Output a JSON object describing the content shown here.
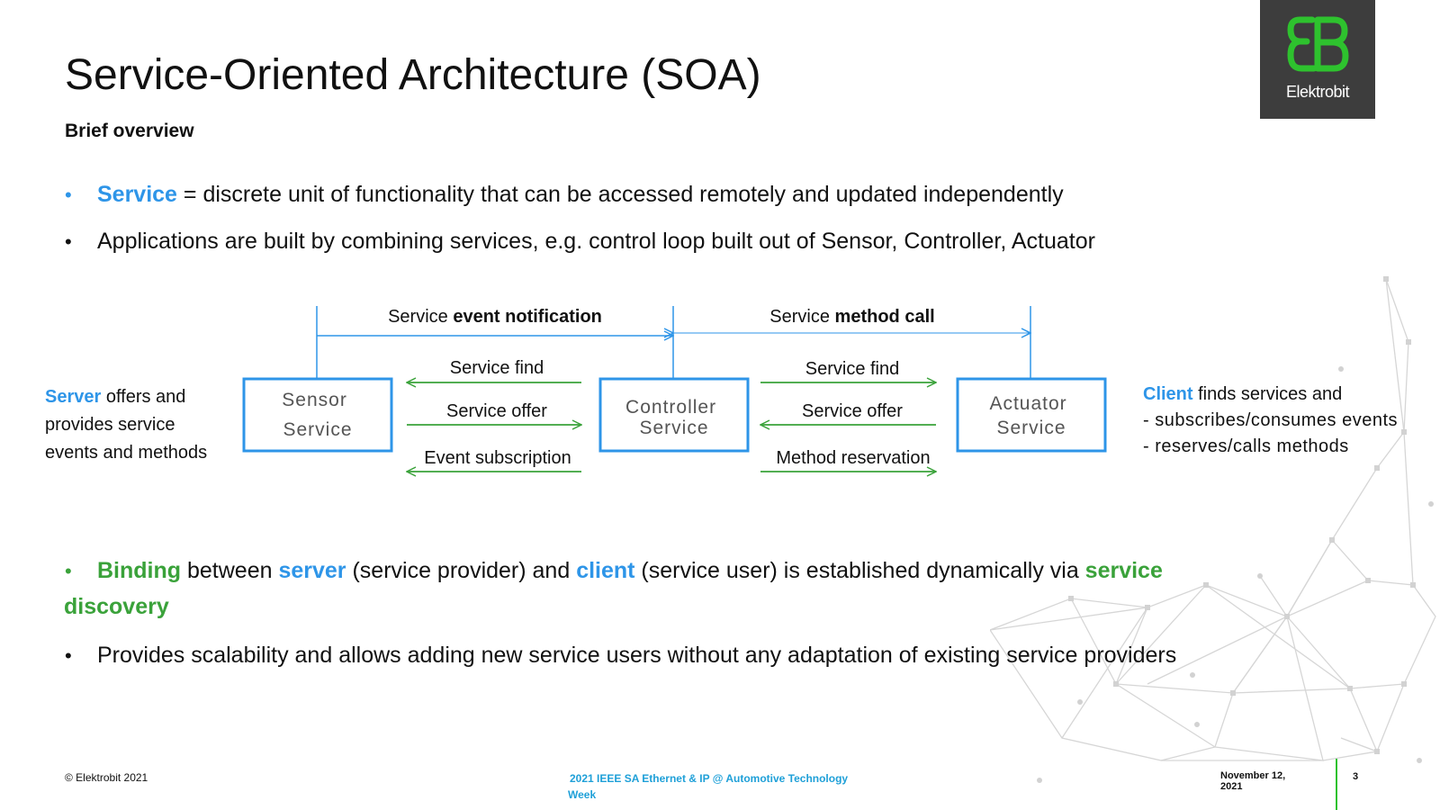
{
  "title": "Service-Oriented Architecture (SOA)",
  "subtitle": "Brief overview",
  "colors": {
    "accent_blue": "#2e95e8",
    "accent_green": "#3aa23a",
    "logo_bg": "#3d3d3d",
    "logo_green": "#2ec22e"
  },
  "bullets_top": [
    {
      "highlight": "Service",
      "text": " = discrete unit of functionality that can be accessed remotely and updated independently"
    },
    {
      "text": "Applications are built by combining services, e.g. control loop built out of Sensor, Controller, Actuator"
    }
  ],
  "diagram": {
    "event_notification": {
      "prefix": "Service ",
      "bold": "event notification"
    },
    "method_call": {
      "prefix": "Service ",
      "bold": "method call"
    },
    "boxes": {
      "sensor": [
        "Sensor",
        "Service"
      ],
      "controller": [
        "Controller",
        "Service"
      ],
      "actuator": [
        "Actuator",
        "Service"
      ]
    },
    "left_arrows": [
      "Service find",
      "Service offer",
      "Event subscription"
    ],
    "right_arrows": [
      "Service find",
      "Service offer",
      "Method reservation"
    ],
    "server_note": {
      "highlight": "Server",
      "line1_rest": " offers and",
      "line2": "provides service",
      "line3": "events and methods"
    },
    "client_note": {
      "highlight": "Client",
      "line1_rest": " finds services and",
      "line2": "- subscribes/consumes events",
      "line3": "- reserves/calls methods"
    }
  },
  "bullets_bottom": {
    "b1": {
      "w1": "Binding",
      "t1": " between ",
      "w2": "server",
      "t2": " (service provider) and ",
      "w3": "client",
      "t3": " (service user) is established dynamically via ",
      "w4": "service",
      "w5": "discovery"
    },
    "b2": "Provides scalability and allows adding new service users without any adaptation of existing service providers"
  },
  "logo": {
    "text": "Elektrobit"
  },
  "footer": {
    "copyright": "© Elektrobit 2021",
    "event_line1": "2021 IEEE SA Ethernet & IP @ Automotive Technology",
    "event_line2": "Week",
    "date_line1": "November 12,",
    "date_line2": "2021",
    "page": "3"
  }
}
